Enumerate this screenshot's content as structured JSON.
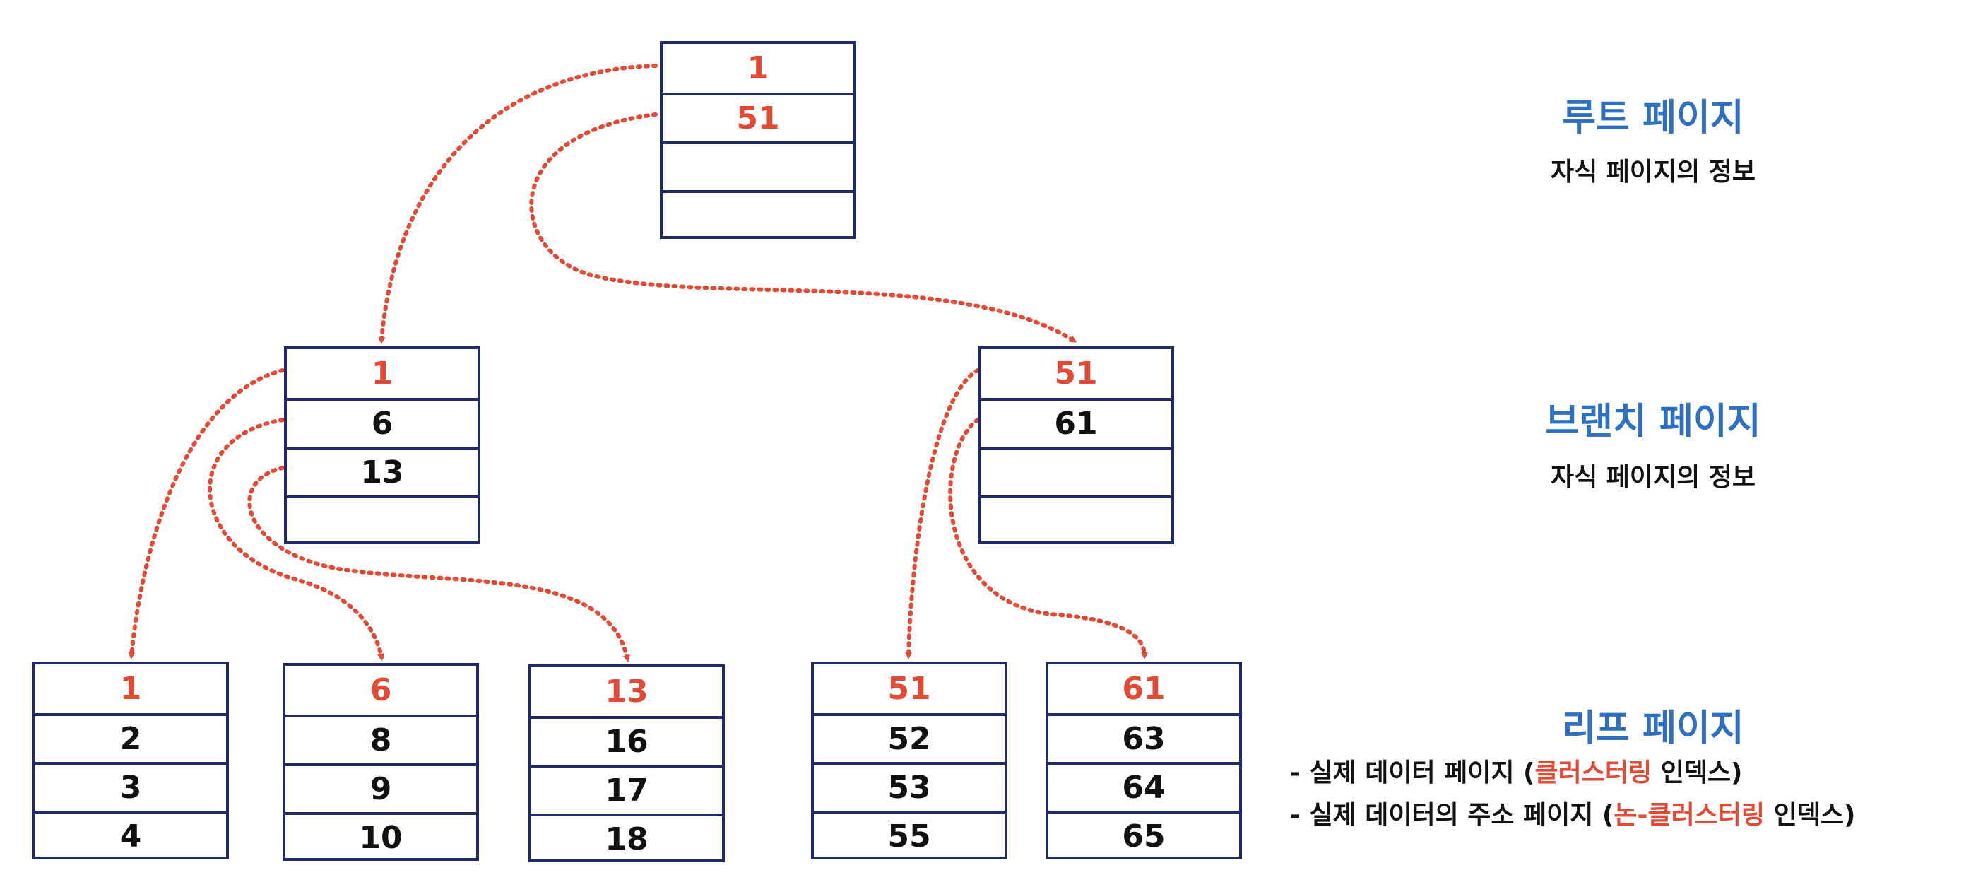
{
  "colors": {
    "border": "#1f2a66",
    "key_red": "#e24a35",
    "title_blue": "#2f6fc1",
    "text": "#111111"
  },
  "root": {
    "cells": [
      "1",
      "51",
      "",
      ""
    ]
  },
  "branches": [
    {
      "cells": [
        "1",
        "6",
        "13",
        ""
      ]
    },
    {
      "cells": [
        "51",
        "61",
        "",
        ""
      ]
    }
  ],
  "leaves": [
    {
      "cells": [
        "1",
        "2",
        "3",
        "4"
      ]
    },
    {
      "cells": [
        "6",
        "8",
        "9",
        "10"
      ]
    },
    {
      "cells": [
        "13",
        "16",
        "17",
        "18"
      ]
    },
    {
      "cells": [
        "51",
        "52",
        "53",
        "55"
      ]
    },
    {
      "cells": [
        "61",
        "63",
        "64",
        "65"
      ]
    }
  ],
  "labels": {
    "root_title": "루트 페이지",
    "root_sub": "자식 페이지의 정보",
    "branch_title": "브랜치 페이지",
    "branch_sub": "자식 페이지의 정보",
    "leaf_title": "리프 페이지",
    "bullets": [
      {
        "prefix": "-  실제 데이터 페이지 (",
        "highlight": "클러스터링",
        "suffix": " 인덱스)"
      },
      {
        "prefix": "-  실제 데이터의 주소 페이지 (",
        "highlight": "논-클러스터링",
        "suffix": " 인덱스)"
      }
    ]
  }
}
